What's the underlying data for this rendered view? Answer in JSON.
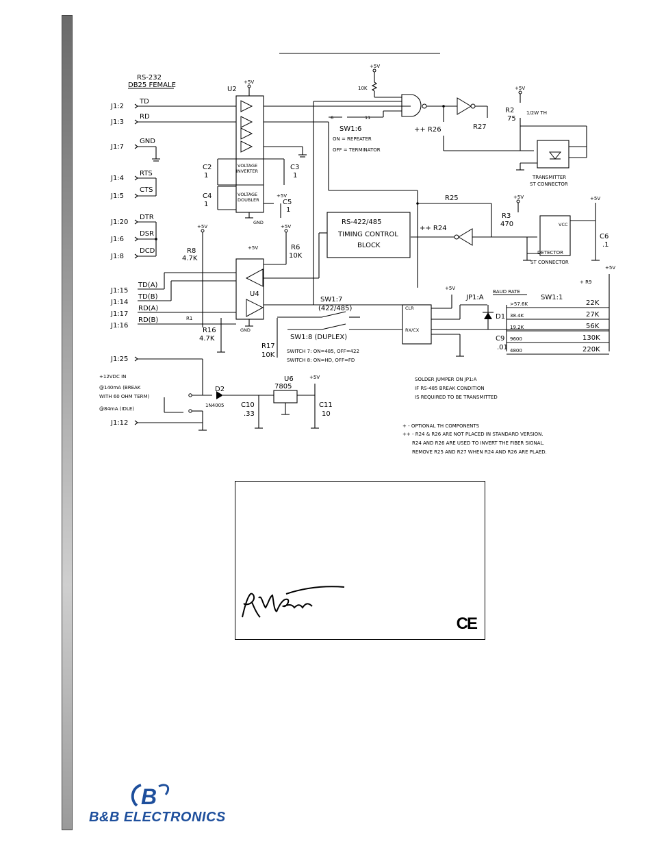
{
  "labels": {
    "rs232": "RS-232",
    "db25": "DB25 FEMALE",
    "u2": "U2",
    "u4": "U4",
    "u6": "U6",
    "u6_part": "7805",
    "sw16": "SW1:6",
    "repeater": "ON = REPEATER",
    "terminator": "OFF = TERMINATOR",
    "r26": "++ R26",
    "r27": "R27",
    "r2": "R2",
    "r2_val": "75",
    "r2_note": "1/2W TH",
    "tx1": "TRANSMITTER",
    "tx2": "ST CONNECTOR",
    "det1": "DETECTOR",
    "det2": "ST CONNECTOR",
    "r25": "R25",
    "r24": "++ R24",
    "r3": "R3",
    "r3_val": "470",
    "c6": "C6",
    "c6_val": ".1",
    "timing1": "RS-422/485",
    "timing2": "TIMING CONTROL",
    "timing3": "BLOCK",
    "vinv1": "VOLTAGE",
    "vinv2": "INVERTER",
    "vdbl1": "VOLTAGE",
    "vdbl2": "DOUBLER",
    "c2": "C2",
    "c3": "C3",
    "c4": "C4",
    "c5": "C5",
    "one": "1",
    "gnd": "GND",
    "r8": "R8",
    "r8_val": "4.7K",
    "r6": "R6",
    "r6_val": "10K",
    "r16": "R16",
    "r16_val": "4.7K",
    "r17": "R17",
    "r17_val": "10K",
    "r1": "R1",
    "r9": "+ R9",
    "sw17": "SW1:7",
    "sw17b": "(422/485)",
    "sw18": "SW1:8 (DUPLEX)",
    "switch7": "SWITCH 7: ON=485, OFF=422",
    "switch8": "SWITCH 8: ON=HD, OFF=FD",
    "jp1": "JP1:A",
    "baud": "BAUD RATE",
    "sw11": "SW1:1",
    "d1": "D1",
    "c9": "C9",
    "c9_val": ".01",
    "d2": "D2",
    "d2_part": "1N4005",
    "c10": "C10",
    "c10_val": ".33",
    "c11": "C11",
    "c11_val": "10",
    "plus5": "+5V",
    "r10k": "10K",
    "pwr1": "+12VDC IN",
    "pwr2": "@140mA (BREAK",
    "pwr3": "WITH 60 OHM TERM)",
    "pwr4": "@84mA (IDLE)",
    "solder1": "SOLDER JUMPER ON JP1:A",
    "solder2": "IF RS-485 BREAK CONDITION",
    "solder3": "IS REQUIRED TO BE TRANSMITTED",
    "note1": "+  - OPTIONAL TH COMPONENTS",
    "note2": "++ - R24 & R26 ARE NOT PLACED IN STANDARD VERSION.",
    "note3": "R24 AND R26 ARE USED TO INVERT THE FIBER SIGNAL.",
    "note4": "REMOVE R25 AND R27 WHEN R24 AND R26 ARE PLAED."
  },
  "connectors": [
    "J1:2",
    "J1:3",
    "J1:7",
    "J1:4",
    "J1:5",
    "J1:20",
    "J1:6",
    "J1:8",
    "J1:15",
    "J1:14",
    "J1:17",
    "J1:16",
    "J1:25",
    "J1:12"
  ],
  "signals": [
    "TD",
    "RD",
    "GND",
    "RTS",
    "CTS",
    "DTR",
    "DSR",
    "DCD",
    "TD(A)",
    "TD(B)",
    "RD(A)",
    "RD(B)"
  ],
  "baud_rates": [
    ">57.6K",
    "38.4K",
    "19.2K",
    "9600",
    "4800"
  ],
  "baud_resistors": [
    "22K",
    "27K",
    "56K",
    "130K",
    "220K"
  ],
  "cert": {
    "mark": "CE"
  },
  "logo": {
    "text": "B&B ELECTRONICS",
    "color": "#1e4f9c"
  }
}
